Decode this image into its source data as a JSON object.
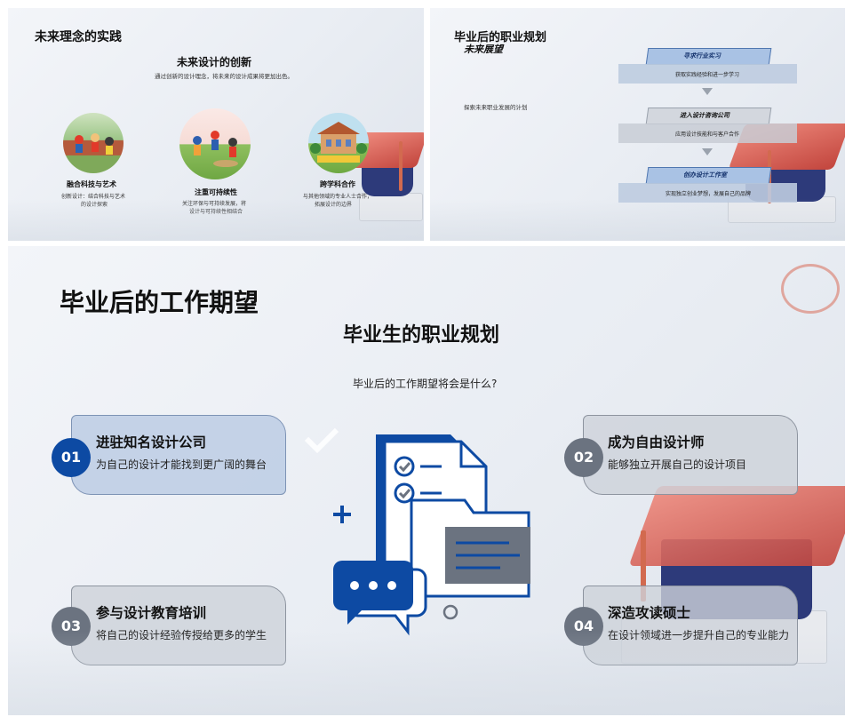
{
  "colors": {
    "accent_blue": "#0d4aa3",
    "badge_grey": "#6b7380",
    "card_blue": "#bccde4",
    "card_grey": "#cdd2da"
  },
  "slide1": {
    "title": "未来理念的实践",
    "heading": "未来设计的创新",
    "subtitle": "通过创新的设计理念，将未来的设计成果将更加出色。",
    "items": [
      {
        "title": "融合科技与艺术",
        "desc1": "创新设计：结合科技与艺术",
        "desc2": "的设计探索",
        "image": "running-kids-illustration"
      },
      {
        "title": "注重可持续性",
        "desc1": "关注环保与可持续发展，将",
        "desc2": "设计与可持续性相结合",
        "image": "playing-kids-illustration"
      },
      {
        "title": "跨学科合作",
        "desc1": "与其他领域的专业人士合作，",
        "desc2": "拓展设计的边界",
        "image": "school-building-illustration"
      }
    ]
  },
  "slide2": {
    "title": "毕业后的职业规划",
    "subtitle": "未来展望",
    "left_text": "探索未来职业发展的计划",
    "steps": [
      {
        "label": "寻求行业实习",
        "desc": "获取实践经验和进一步学习"
      },
      {
        "label": "进入设计咨询公司",
        "desc": "应用设计技能和与客户合作"
      },
      {
        "label": "创办设计工作室",
        "desc": "实现独立创业梦想，发展自己的品牌"
      }
    ]
  },
  "slide3": {
    "title": "毕业后的工作期望",
    "heading": "毕业生的职业规划",
    "question": "毕业后的工作期望将会是什么?",
    "cards": [
      {
        "num": "01",
        "title": "进驻知名设计公司",
        "desc": "为自己的设计才能找到更广阔的舞台"
      },
      {
        "num": "02",
        "title": "成为自由设计师",
        "desc": "能够独立开展自己的设计项目"
      },
      {
        "num": "03",
        "title": "参与设计教育培训",
        "desc": "将自己的设计经验传授给更多的学生"
      },
      {
        "num": "04",
        "title": "深造攻读硕士",
        "desc": "在设计领域进一步提升自己的专业能力"
      }
    ],
    "center_icon": "document-chat-icon"
  }
}
